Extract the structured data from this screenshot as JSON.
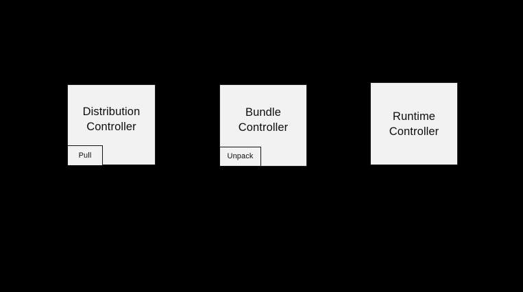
{
  "diagram": {
    "background_color": "#000000",
    "node_fill_color": "#f2f2f2",
    "node_border_color": "#1e1e1e",
    "text_color": "#0d0d0d",
    "nodes": [
      {
        "id": "distribution-controller",
        "label": "Distribution\nController",
        "line1": "Distribution",
        "line2": "Controller",
        "sub": {
          "id": "pull",
          "label": "Pull"
        }
      },
      {
        "id": "bundle-controller",
        "label": "Bundle\nController",
        "line1": "Bundle",
        "line2": "Controller",
        "sub": {
          "id": "unpack",
          "label": "Unpack"
        }
      },
      {
        "id": "runtime-controller",
        "label": "Runtime\nController",
        "line1": "Runtime",
        "line2": "Controller",
        "sub": null
      }
    ]
  }
}
